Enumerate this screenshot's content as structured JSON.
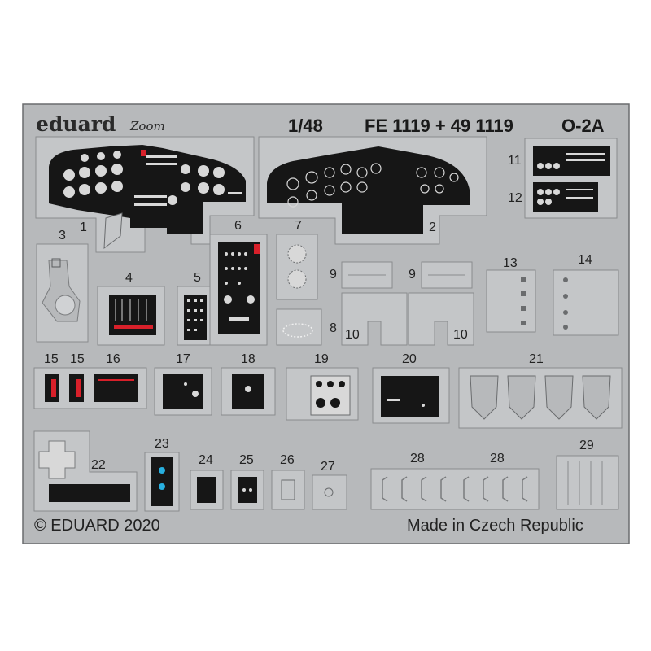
{
  "sheet": {
    "brand": "eduard",
    "brand_sub": "Zoom",
    "scale": "1/48",
    "product_code": "FE 1119 + 49 1119",
    "model": "O-2A",
    "copyright": "© EDUARD 2020",
    "origin": "Made in Czech Republic"
  },
  "parts": {
    "p1": "1",
    "p2": "2",
    "p3": "3",
    "p4": "4",
    "p5": "5",
    "p6": "6",
    "p7": "7",
    "p8": "8",
    "p9a": "9",
    "p9b": "9",
    "p10a": "10",
    "p10b": "10",
    "p11": "11",
    "p12": "12",
    "p13": "13",
    "p14": "14",
    "p15a": "15",
    "p15b": "15",
    "p16": "16",
    "p17": "17",
    "p18": "18",
    "p19": "19",
    "p20": "20",
    "p21": "21",
    "p22": "22",
    "p23": "23",
    "p24": "24",
    "p25": "25",
    "p26": "26",
    "p27": "27",
    "p28a": "28",
    "p28b": "28",
    "p29": "29"
  },
  "colors": {
    "fret": "#b7b9bb",
    "fret_edge": "#6a6c6e",
    "part_grey": "#c4c6c8",
    "panel_black": "#161616",
    "instrument": "#d8d8d8",
    "warning_red": "#d8202a"
  }
}
